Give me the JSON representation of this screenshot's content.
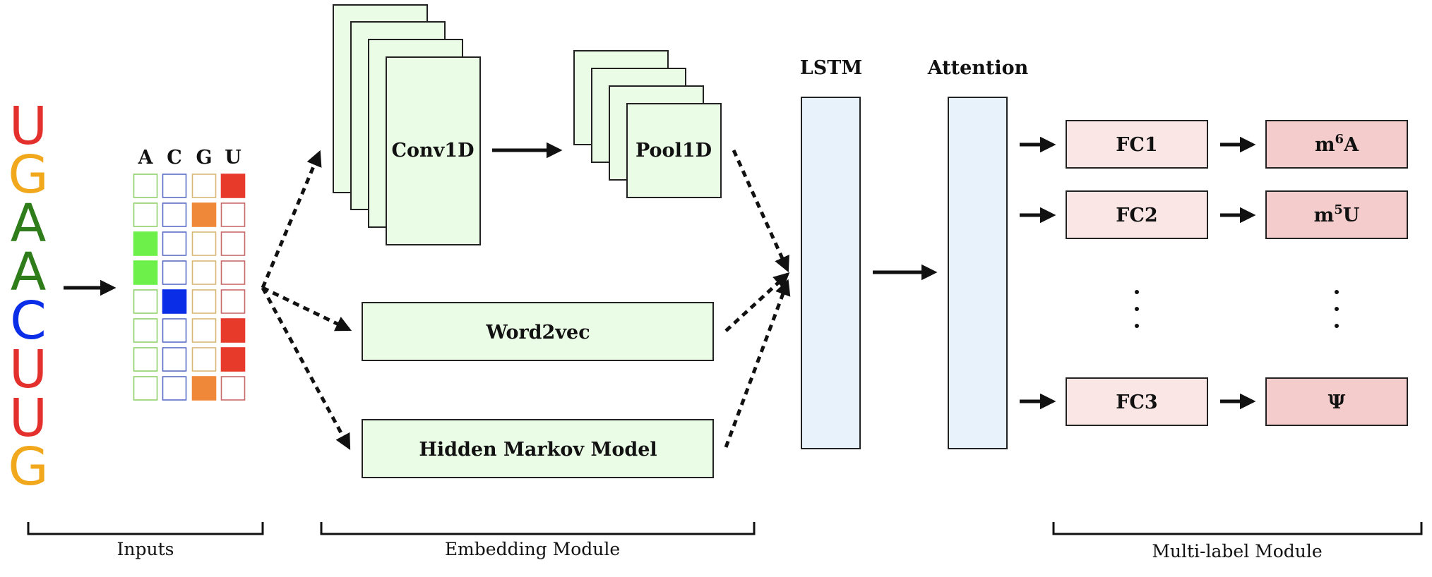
{
  "sequence": [
    "U",
    "G",
    "A",
    "A",
    "C",
    "U",
    "U",
    "G"
  ],
  "nucleotide_colors": {
    "A": "#2e7d1a",
    "C": "#0a2ee8",
    "G": "#f2a81d",
    "U": "#e3302c"
  },
  "onehot": {
    "headers": [
      "A",
      "C",
      "G",
      "U"
    ],
    "column_border_colors": [
      "#8fd06b",
      "#5b6dc6",
      "#d9b876",
      "#c96a6a"
    ],
    "fill_colors": [
      "#6df04a",
      "#0a2ee8",
      "#f0883a",
      "#e83a2b"
    ],
    "active_index": [
      3,
      2,
      0,
      0,
      1,
      3,
      3,
      2
    ]
  },
  "embedding": {
    "conv_label": "Conv1D",
    "pool_label": "Pool1D",
    "word2vec_label": "Word2vec",
    "hmm_label": "Hidden Markov Model"
  },
  "lstm_label": "LSTM",
  "attention_label": "Attention",
  "fc_layers": [
    "FC1",
    "FC2",
    "FC3"
  ],
  "outputs": [
    {
      "base": "m",
      "sup": "6",
      "tail": "A"
    },
    {
      "base": "m",
      "sup": "5",
      "tail": "U"
    },
    {
      "base": "Ψ",
      "sup": "",
      "tail": ""
    }
  ],
  "sections": {
    "inputs": "Inputs",
    "embedding": "Embedding Module",
    "multilabel": "Multi-label Module"
  },
  "colors": {
    "embed_fill": "#eafbe6",
    "seq_fill": "#e8f2fb",
    "fc_fill": "#fbe6e6",
    "out_fill": "#f5cccc",
    "stroke": "#222222"
  }
}
